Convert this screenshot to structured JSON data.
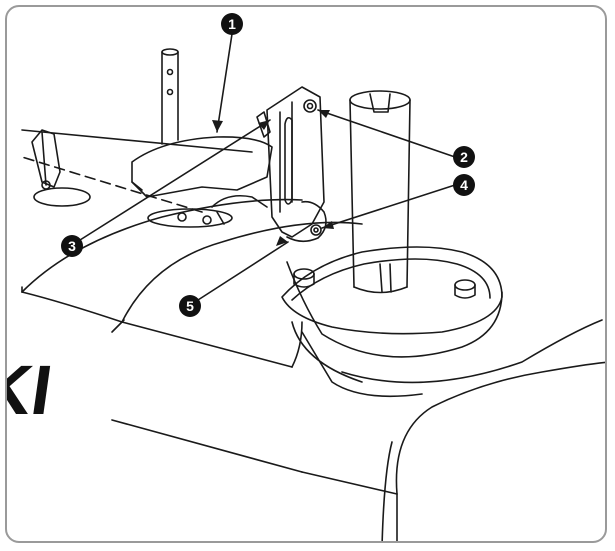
{
  "figure": {
    "brand_text": "JKI",
    "callouts": [
      {
        "id": "callout-1",
        "label": "1"
      },
      {
        "id": "callout-2",
        "label": "2"
      },
      {
        "id": "callout-3",
        "label": "3"
      },
      {
        "id": "callout-4",
        "label": "4"
      },
      {
        "id": "callout-5",
        "label": "5"
      }
    ],
    "colors": {
      "line": "#1a1a1a",
      "frame": "#9a9a9a",
      "callout_fill": "#111111"
    }
  }
}
